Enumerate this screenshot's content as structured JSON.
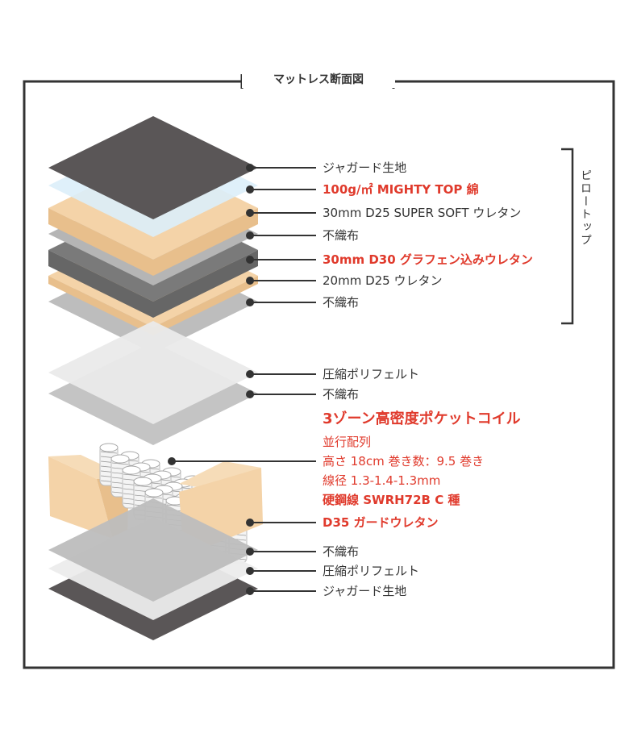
{
  "diagram": {
    "title": "マットレス断面図",
    "group_bracket_label": "ピロートップ",
    "upper_layers": [
      {
        "label": "ジャガード生地",
        "style": "normal"
      },
      {
        "label": "100g/㎡ MIGHTY TOP 綿",
        "style": "red-bold"
      },
      {
        "label": "30mm D25 SUPER SOFT ウレタン",
        "style": "normal"
      },
      {
        "label": "不織布",
        "style": "normal"
      },
      {
        "label": "30mm D30 グラフェン込みウレタン",
        "style": "red-bold"
      },
      {
        "label": "20mm D25 ウレタン",
        "style": "normal"
      },
      {
        "label": "不織布",
        "style": "normal"
      }
    ],
    "middle_layers": [
      {
        "label": "圧縮ポリフェルト",
        "style": "normal"
      },
      {
        "label": "不織布",
        "style": "normal"
      }
    ],
    "coil": {
      "heading": "3ゾーン高密度ポケットコイル",
      "details": [
        "並行配列",
        "高さ 18cm  巻き数：9.5 巻き",
        "線径 1.3-1.4-1.3mm"
      ],
      "wire": "硬鋼線 SWRH72B  C 種",
      "guard": "D35 ガードウレタン"
    },
    "lower_layers": [
      {
        "label": "不織布",
        "style": "normal"
      },
      {
        "label": "圧縮ポリフェルト",
        "style": "normal"
      },
      {
        "label": "ジャガード生地",
        "style": "normal"
      }
    ],
    "colors": {
      "jacquard": "#5a5657",
      "foam": "#f4d3a8",
      "nonwoven": "#b9b9b9",
      "graphene": "#7c7c7c",
      "felt": "#e9e9e9",
      "accent_red": "#e03a2c",
      "frame": "#333333"
    }
  }
}
